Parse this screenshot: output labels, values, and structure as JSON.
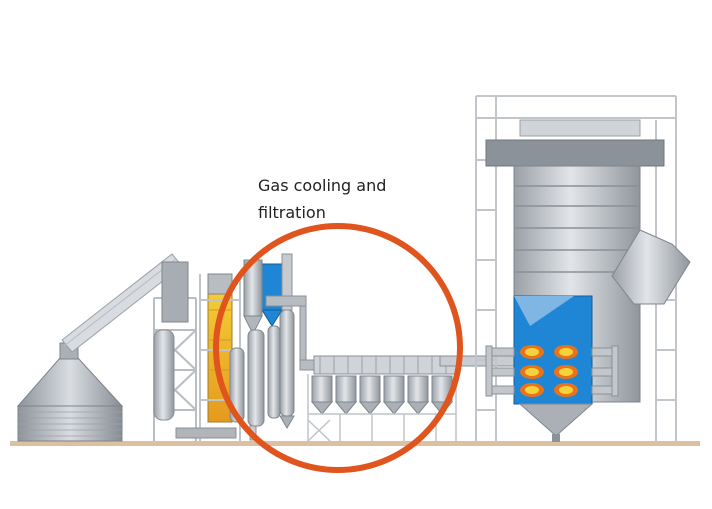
{
  "caption": {
    "line1": "Gas cooling and",
    "line2": "filtration"
  },
  "colors": {
    "steel": "#b7bcc2",
    "steel_dark": "#8a9097",
    "steel_light": "#d6d9dd",
    "frame": "#c4c8cc",
    "ground": "#d9b99a",
    "highlight_ring": "#e0541e",
    "water_blue": "#1f86d6",
    "flame_yellow": "#f3c21b",
    "flame_orange": "#e8731c"
  },
  "icons": {
    "highlight": "orange-circle-outline",
    "burner": "flame-icon"
  }
}
